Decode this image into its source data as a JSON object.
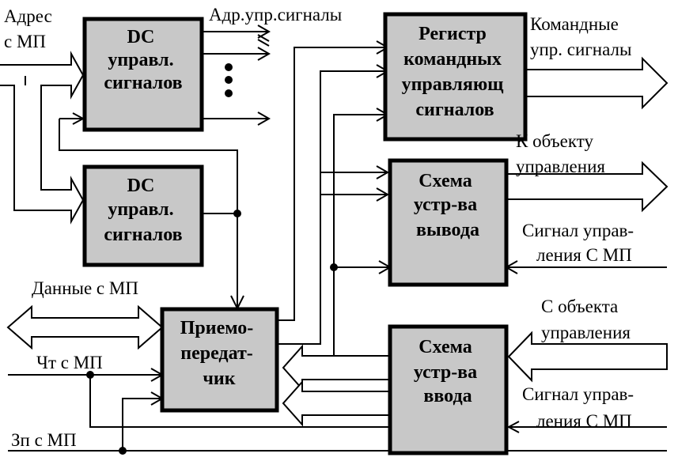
{
  "blocks": {
    "dc1": [
      "DC",
      "управл.",
      "сигналов"
    ],
    "dc2": [
      "DC",
      "управл.",
      "сигналов"
    ],
    "register": [
      "Регистр",
      "командных",
      "управляющ",
      "сигналов"
    ],
    "output": [
      "Схема",
      "устр-ва",
      "вывода"
    ],
    "transceiver": [
      "Приемо-",
      "передат-",
      "чик"
    ],
    "input": [
      "Схема",
      "устр-ва",
      "ввода"
    ]
  },
  "labels": {
    "address": [
      "Адрес",
      "с МП"
    ],
    "addr_signals": "Адр.упр.сигналы",
    "command_signals": [
      "Командные",
      "упр. сигналы"
    ],
    "to_object": [
      "К объекту",
      "управления"
    ],
    "signal_out": [
      "Сигнал управ-",
      "ления С МП"
    ],
    "data": "Данные с МП",
    "from_object": [
      "С объекта",
      "управления"
    ],
    "signal_in": [
      "Сигнал управ-",
      "ления С МП"
    ],
    "read": "Чт с МП",
    "write": "Зп с МП"
  },
  "colors": {
    "block_fill": "#c8c8c8",
    "stroke": "#000000"
  }
}
